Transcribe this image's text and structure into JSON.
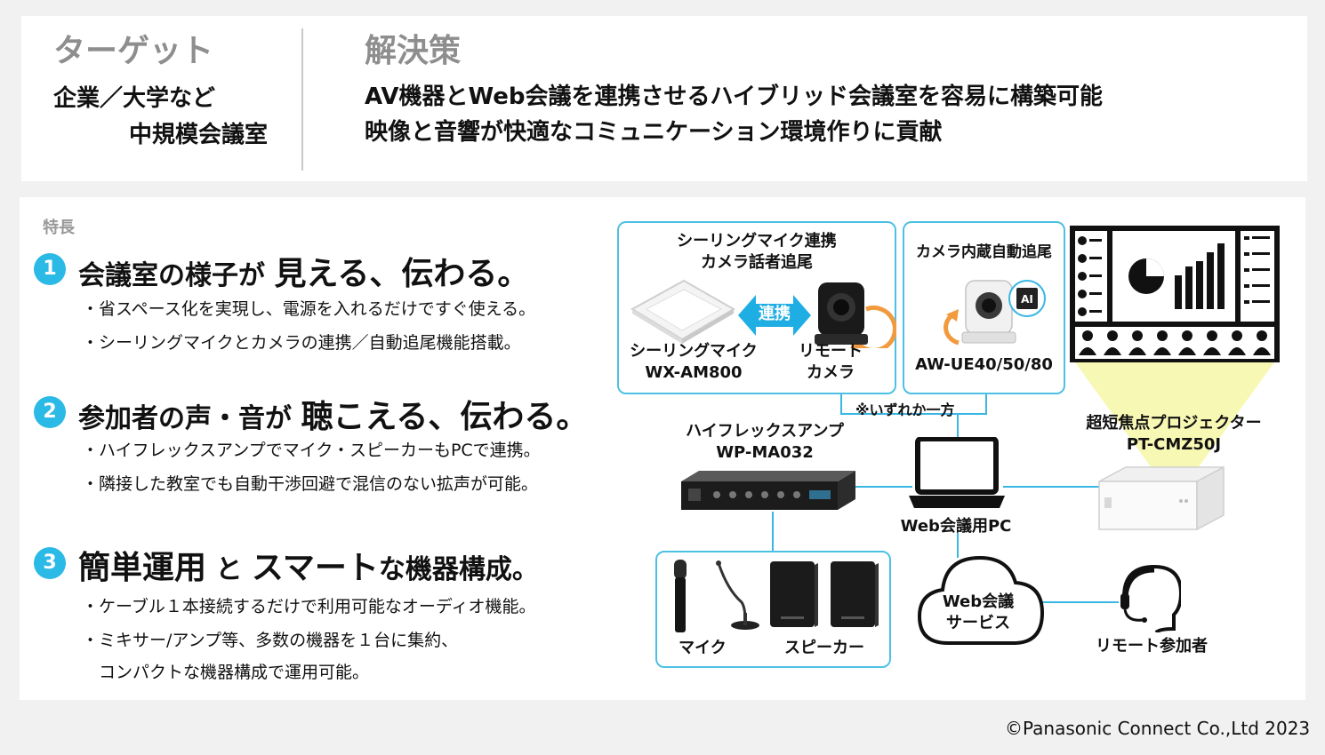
{
  "header": {
    "target_heading": "ターゲット",
    "target_line1": "企業／大学など",
    "target_line2": "中規模会議室",
    "solution_heading": "解決策",
    "solution_line1": "AV機器とWeb会議を連携させるハイブリッド会議室を容易に構築可能",
    "solution_line2": "映像と音響が快適なコミュニケーション環境作りに貢献"
  },
  "features": {
    "section_label": "特長",
    "items": [
      {
        "number": "1",
        "title_a": "会議室の様子が",
        "title_b": "見える、伝わる。",
        "bullets": [
          "・省スペース化を実現し、電源を入れるだけですぐ使える。",
          "・シーリングマイクとカメラの連携／自動追尾機能搭載。"
        ]
      },
      {
        "number": "2",
        "title_a": "参加者の声・音が",
        "title_b": "聴こえる、伝わる。",
        "bullets": [
          "・ハイフレックスアンプでマイク・スピーカーもPCで連携。",
          "・隣接した教室でも自動干渉回避で混信のない拡声が可能。"
        ]
      },
      {
        "number": "3",
        "title_a": "簡単運用",
        "title_b": "と",
        "title_c": "スマート",
        "title_d": "な機器構成。",
        "bullets": [
          "・ケーブル１本接続するだけで利用可能なオーディオ機能。",
          "・ミキサー/アンプ等、多数の機器を１台に集約、",
          "　コンパクトな機器構成で運用可能。"
        ]
      }
    ]
  },
  "diagram": {
    "box1_title_1": "シーリングマイク連携",
    "box1_title_2": "カメラ話者追尾",
    "link_label": "連携",
    "ceiling_mic_1": "シーリングマイク",
    "ceiling_mic_2": "WX-AM800",
    "remote_cam_1": "リモート",
    "remote_cam_2": "カメラ",
    "box2_title": "カメラ内蔵自動追尾",
    "ai_badge": "AI",
    "box2_model": "AW-UE40/50/80",
    "either_note": "※いずれか一方",
    "amp_1": "ハイフレックスアンプ",
    "amp_2": "WP-MA032",
    "pc_label": "Web会議用PC",
    "projector_1": "超短焦点プロジェクター",
    "projector_2": "PT-CMZ50J",
    "mic_label": "マイク",
    "speaker_label": "スピーカー",
    "cloud_1": "Web会議",
    "cloud_2": "サービス",
    "remote_participant": "リモート参加者"
  },
  "footer": {
    "copyright": "©Panasonic Connect Co.,Ltd 2023"
  },
  "colors": {
    "accent": "#2bb9e6",
    "frame": "#4dc1e4",
    "arrow_blue": "#1faee3",
    "arrow_orange": "#f19a3e",
    "projection_yellow": "#f7f7a8"
  }
}
